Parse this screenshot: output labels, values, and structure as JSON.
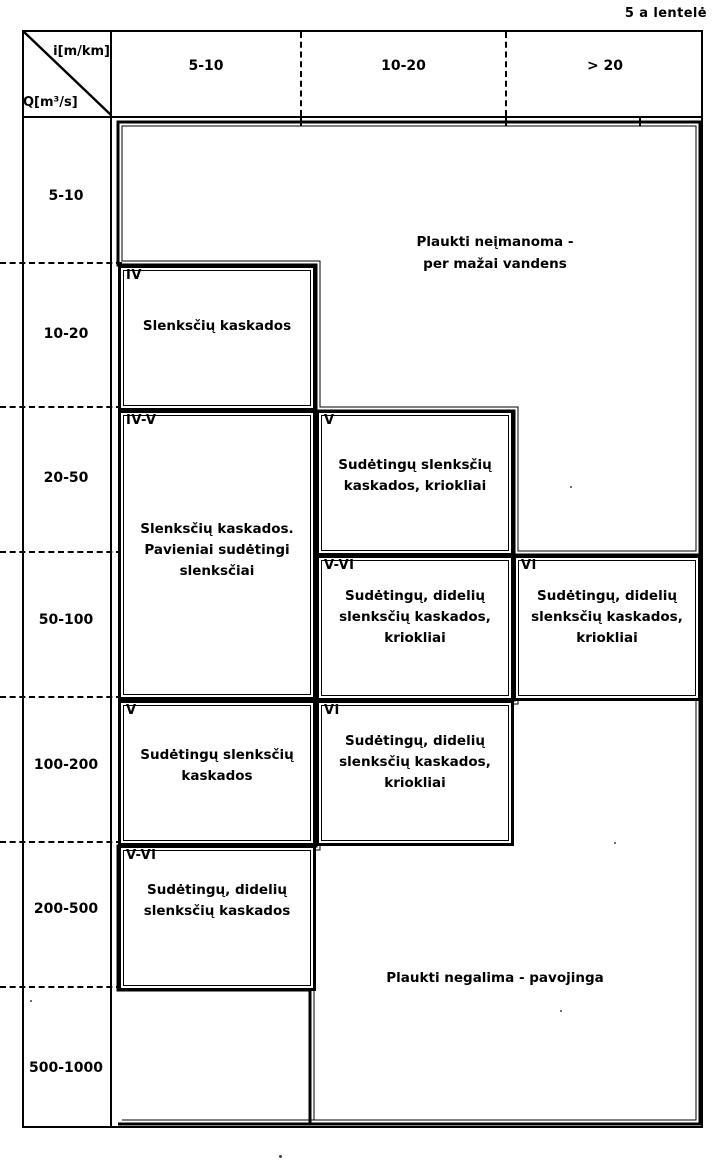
{
  "caption": "5 a lentelė",
  "axes": {
    "column_axis_label": "i[m/km]",
    "row_axis_label": "Q[m³/s]"
  },
  "columns": [
    {
      "id": "c1",
      "label": "5-10"
    },
    {
      "id": "c2",
      "label": "10-20"
    },
    {
      "id": "c3",
      "label": "> 20"
    }
  ],
  "rows": [
    {
      "id": "r1",
      "label": "5-10"
    },
    {
      "id": "r2",
      "label": "10-20"
    },
    {
      "id": "r3",
      "label": "20-50"
    },
    {
      "id": "r4",
      "label": "50-100"
    },
    {
      "id": "r5",
      "label": "100-200"
    },
    {
      "id": "r6",
      "label": "200-500"
    },
    {
      "id": "r7",
      "label": "500-1000"
    }
  ],
  "regions": {
    "too_shallow": {
      "text": "Plaukti neįmanoma -\nper mažai vandens"
    },
    "dangerous": {
      "text": "Plaukti negalima - pavojinga"
    },
    "b1": {
      "class": "IV",
      "text": "Slenksčių kaskados"
    },
    "b2": {
      "class": "IV-V",
      "text": "Slenksčių kaskados.\nPavieniai sudėtingi\nslenksčiai"
    },
    "b3": {
      "class": "V",
      "text": "Sudėtingų slenksčių\nkaskados, kriokliai"
    },
    "b4": {
      "class": "V-VI",
      "text": "Sudėtingų, didelių\nslenksčių kaskados,\nkriokliai"
    },
    "b5": {
      "class": "VI",
      "text": "Sudėtingų, didelių\nslenksčių kaskados,\nkriokliai"
    },
    "b6": {
      "class": "V",
      "text": "Sudėtingų slenksčių\nkaskados"
    },
    "b7": {
      "class": "VI",
      "text": "Sudėtingų, didelių\nslenksčių kaskados,\nkriokliai"
    },
    "b8": {
      "class": "V-VI",
      "text": "Sudėtingų, didelių\nslenksčių kaskados"
    }
  }
}
